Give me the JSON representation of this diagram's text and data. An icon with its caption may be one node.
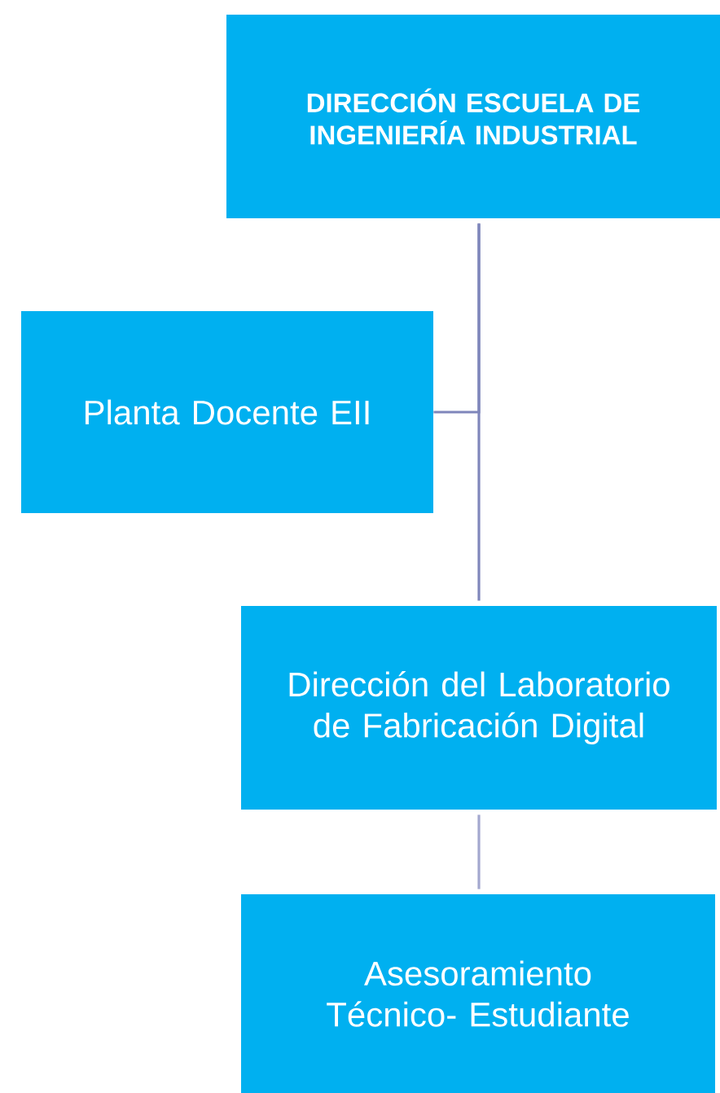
{
  "diagram": {
    "nodes": [
      {
        "text": [
          "DIRECCIÓN ESCUELA DE INGENIERÍA INDUSTRIAL"
        ]
      },
      {
        "text": [
          "Planta Docente EII"
        ]
      },
      {
        "text": [
          "Dirección del Laboratorio de Fabricación Digital"
        ]
      },
      {
        "text": [
          "Asesoramiento Técnico- Estudiante"
        ]
      }
    ],
    "edges": [
      {
        "from": 0,
        "to": 1,
        "arrow": "none"
      },
      {
        "from": 0,
        "to": 2,
        "arrow": "none"
      },
      {
        "from": 2,
        "to": 3,
        "arrow": "none",
        "color": "#a3a8cf"
      }
    ]
  }
}
